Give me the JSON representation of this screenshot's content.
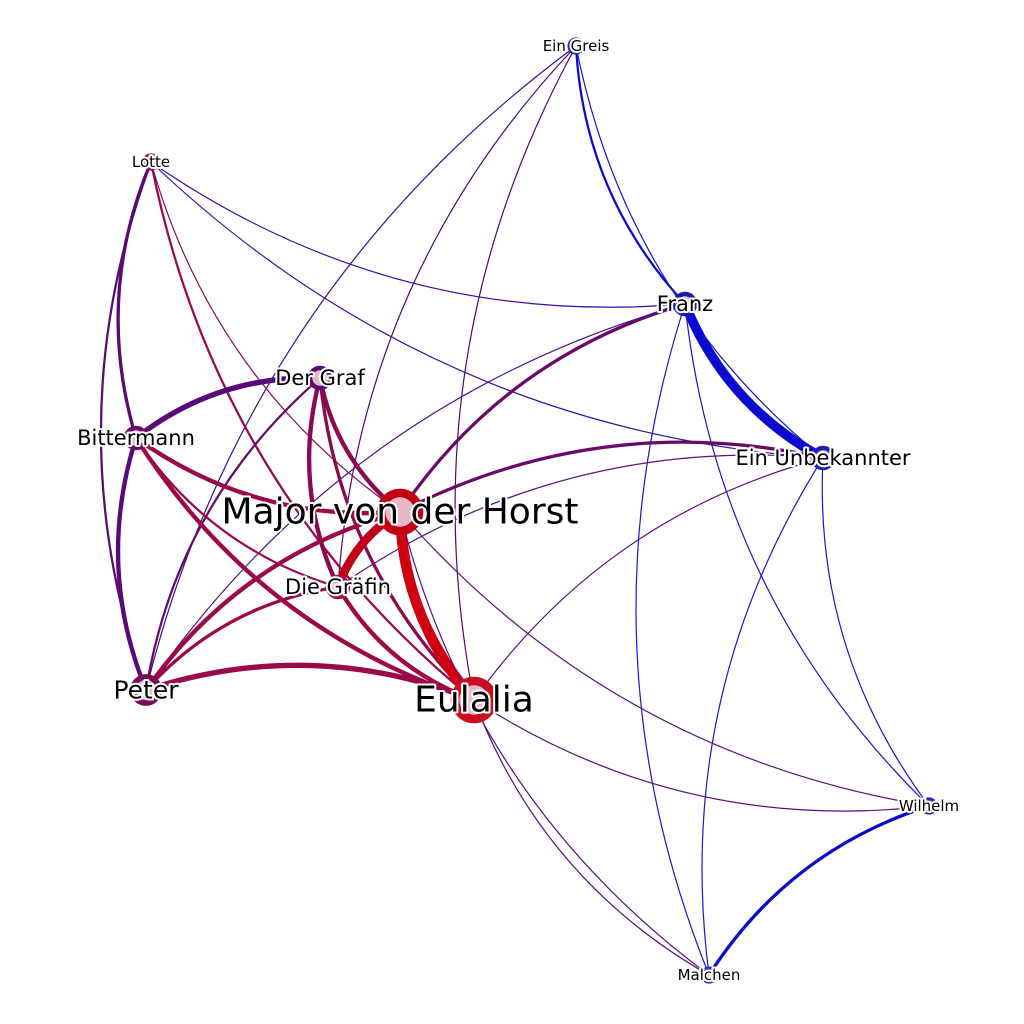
{
  "graph": {
    "nodes": [
      {
        "id": "ein_greis",
        "label": "Ein Greis",
        "color": "#2a2ac0",
        "size": "small"
      },
      {
        "id": "lotte",
        "label": "Lotte",
        "color": "#8a1060",
        "size": "small"
      },
      {
        "id": "franz",
        "label": "Franz",
        "color": "#1818b0",
        "size": "medium"
      },
      {
        "id": "der_graf",
        "label": "Der Graf",
        "color": "#5a0a70",
        "size": "medium"
      },
      {
        "id": "bittermann",
        "label": "Bittermann",
        "color": "#6a0a6a",
        "size": "medium"
      },
      {
        "id": "ein_unbekannter",
        "label": "Ein Unbekannter",
        "color": "#2020b8",
        "size": "medium"
      },
      {
        "id": "major",
        "label": "Major von der Horst",
        "color": "#c00010",
        "size": "large"
      },
      {
        "id": "die_graefin",
        "label": "Die Gräfin",
        "color": "#a0103a",
        "size": "medium"
      },
      {
        "id": "peter",
        "label": "Peter",
        "color": "#7a0a58",
        "size": "medium-large"
      },
      {
        "id": "eulalia",
        "label": "Eulalia",
        "color": "#c81020",
        "size": "large"
      },
      {
        "id": "wilhelm",
        "label": "Wilhelm",
        "color": "#2828c0",
        "size": "small"
      },
      {
        "id": "malchen",
        "label": "Malchen",
        "color": "#3030c0",
        "size": "small"
      }
    ],
    "edges": [
      {
        "source": "ein_greis",
        "target": "franz",
        "weight": 2,
        "color": "#0a0ac8"
      },
      {
        "source": "ein_greis",
        "target": "ein_unbekannter",
        "weight": 1,
        "color": "#1818c0"
      },
      {
        "source": "ein_greis",
        "target": "peter",
        "weight": 1,
        "color": "#3a1090"
      },
      {
        "source": "ein_greis",
        "target": "die_graefin",
        "weight": 1,
        "color": "#4a0a78"
      },
      {
        "source": "ein_greis",
        "target": "eulalia",
        "weight": 1,
        "color": "#4a0a78"
      },
      {
        "source": "lotte",
        "target": "bittermann",
        "weight": 3,
        "color": "#5a0a70"
      },
      {
        "source": "lotte",
        "target": "peter",
        "weight": 2,
        "color": "#5a0a70"
      },
      {
        "source": "lotte",
        "target": "eulalia",
        "weight": 2,
        "color": "#9a0a48"
      },
      {
        "source": "lotte",
        "target": "major",
        "weight": 1,
        "color": "#8a0a50"
      },
      {
        "source": "lotte",
        "target": "franz",
        "weight": 1,
        "color": "#3a10a0"
      },
      {
        "source": "lotte",
        "target": "ein_unbekannter",
        "weight": 1,
        "color": "#3a10a0"
      },
      {
        "source": "franz",
        "target": "ein_unbekannter",
        "weight": 9,
        "color": "#0a0ad0"
      },
      {
        "source": "franz",
        "target": "major",
        "weight": 3,
        "color": "#6a0a68"
      },
      {
        "source": "franz",
        "target": "peter",
        "weight": 1,
        "color": "#4a1090"
      },
      {
        "source": "franz",
        "target": "wilhelm",
        "weight": 1,
        "color": "#1818c8"
      },
      {
        "source": "franz",
        "target": "malchen",
        "weight": 1,
        "color": "#1818c8"
      },
      {
        "source": "der_graf",
        "target": "bittermann",
        "weight": 5,
        "color": "#5a0a78"
      },
      {
        "source": "der_graf",
        "target": "major",
        "weight": 4,
        "color": "#8a0a50"
      },
      {
        "source": "der_graf",
        "target": "die_graefin",
        "weight": 4,
        "color": "#8a0a50"
      },
      {
        "source": "der_graf",
        "target": "eulalia",
        "weight": 3,
        "color": "#8a0a50"
      },
      {
        "source": "der_graf",
        "target": "peter",
        "weight": 2,
        "color": "#6a0a68"
      },
      {
        "source": "bittermann",
        "target": "peter",
        "weight": 4,
        "color": "#5a0a78"
      },
      {
        "source": "bittermann",
        "target": "major",
        "weight": 4,
        "color": "#9a0a48"
      },
      {
        "source": "bittermann",
        "target": "eulalia",
        "weight": 4,
        "color": "#9a0a48"
      },
      {
        "source": "bittermann",
        "target": "die_graefin",
        "weight": 2,
        "color": "#9a0a48"
      },
      {
        "source": "ein_unbekannter",
        "target": "major",
        "weight": 3,
        "color": "#6a0a68"
      },
      {
        "source": "ein_unbekannter",
        "target": "eulalia",
        "weight": 1,
        "color": "#5a1080"
      },
      {
        "source": "ein_unbekannter",
        "target": "die_graefin",
        "weight": 1,
        "color": "#5a1080"
      },
      {
        "source": "ein_unbekannter",
        "target": "wilhelm",
        "weight": 1,
        "color": "#1818c8"
      },
      {
        "source": "ein_unbekannter",
        "target": "malchen",
        "weight": 1,
        "color": "#1818c8"
      },
      {
        "source": "major",
        "target": "eulalia",
        "weight": 10,
        "color": "#d00010"
      },
      {
        "source": "major",
        "target": "die_graefin",
        "weight": 8,
        "color": "#c00018"
      },
      {
        "source": "major",
        "target": "peter",
        "weight": 4,
        "color": "#9a0a48"
      },
      {
        "source": "major",
        "target": "wilhelm",
        "weight": 1,
        "color": "#5a1080"
      },
      {
        "source": "major",
        "target": "malchen",
        "weight": 1,
        "color": "#5a1080"
      },
      {
        "source": "die_graefin",
        "target": "eulalia",
        "weight": 4,
        "color": "#a00a40"
      },
      {
        "source": "die_graefin",
        "target": "peter",
        "weight": 3,
        "color": "#9a0a48"
      },
      {
        "source": "eulalia",
        "target": "peter",
        "weight": 5,
        "color": "#9a0a48"
      },
      {
        "source": "eulalia",
        "target": "wilhelm",
        "weight": 1,
        "color": "#5a1080"
      },
      {
        "source": "eulalia",
        "target": "malchen",
        "weight": 1,
        "color": "#5a1080"
      },
      {
        "source": "wilhelm",
        "target": "malchen",
        "weight": 3,
        "color": "#0a0ac8"
      }
    ]
  }
}
